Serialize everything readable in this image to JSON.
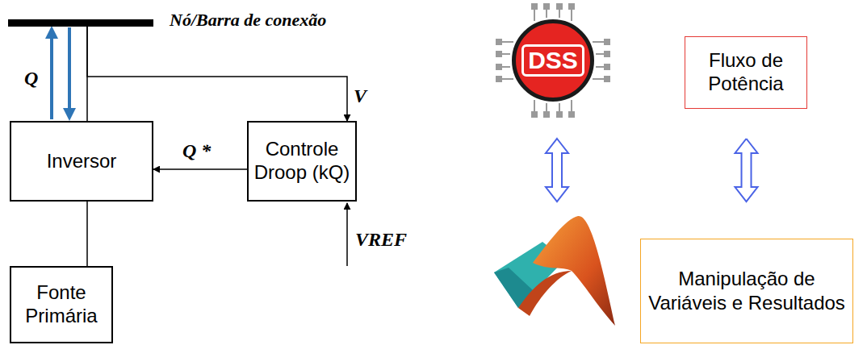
{
  "diagram": {
    "nodes": [
      {
        "text": [
          "Nó/Barra de conexão"
        ]
      },
      {
        "text": [
          "Inversor"
        ]
      },
      {
        "text": [
          "Controle Droop (kQ)"
        ]
      },
      {
        "text": [
          "Fonte Primária"
        ]
      },
      {
        "text": [
          "DSS"
        ]
      },
      {
        "text": [
          "Fluxo de Potência"
        ]
      },
      {
        "text": [
          "Manipulação de Variáveis e Resultados"
        ]
      }
    ],
    "edges": [
      {
        "from": 0,
        "to": 1,
        "arrow": "none"
      },
      {
        "from": 0,
        "to": 2,
        "label": "V",
        "arrow": "to"
      },
      {
        "from": 2,
        "to": 1,
        "label": "Q *",
        "arrow": "to"
      },
      {
        "from": 1,
        "to": 3,
        "arrow": "none"
      },
      {
        "from": 5,
        "to": 6,
        "arrow": "both"
      }
    ],
    "labels": [
      "Q",
      "VREF"
    ]
  }
}
